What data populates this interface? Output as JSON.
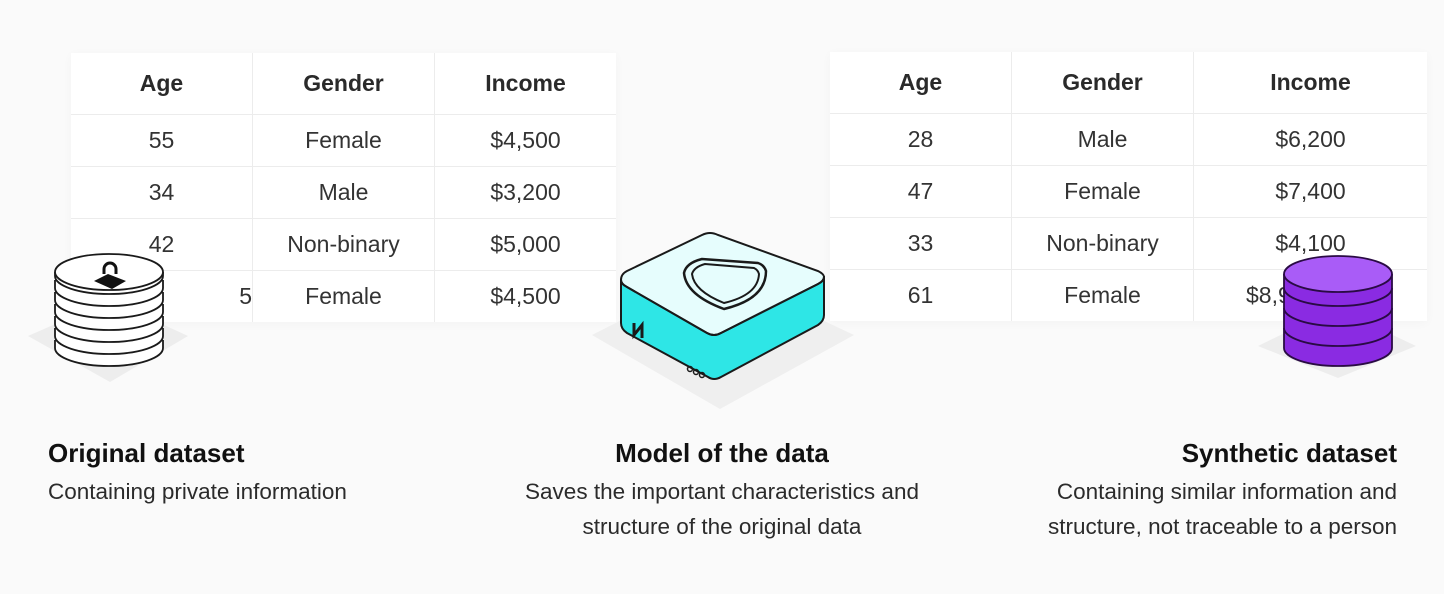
{
  "original": {
    "columns": [
      "Age",
      "Gender",
      "Income"
    ],
    "rows": [
      [
        "55",
        "Female",
        "$4,500"
      ],
      [
        "34",
        "Male",
        "$3,200"
      ],
      [
        "42",
        "Non-binary",
        "$5,000"
      ],
      [
        "5",
        "Female",
        "$4,500"
      ]
    ],
    "title": "Original dataset",
    "description": "Containing private information",
    "icon": "lock-icon"
  },
  "model": {
    "title": "Model of the data",
    "description_line1": "Saves the important characteristics and",
    "description_line2": "structure of the original data",
    "icon": "shield-icon",
    "accent": "#2ee6e6"
  },
  "synthetic": {
    "columns": [
      "Age",
      "Gender",
      "Income"
    ],
    "rows": [
      [
        "28",
        "Male",
        "$6,200"
      ],
      [
        "47",
        "Female",
        "$7,400"
      ],
      [
        "33",
        "Non-binary",
        "$4,100"
      ],
      [
        "61",
        "Female",
        "$8,9"
      ]
    ],
    "title": "Synthetic dataset",
    "description_line1": "Containing similar information and",
    "description_line2": "structure, not traceable to a person",
    "accent": "#9b45f5"
  }
}
